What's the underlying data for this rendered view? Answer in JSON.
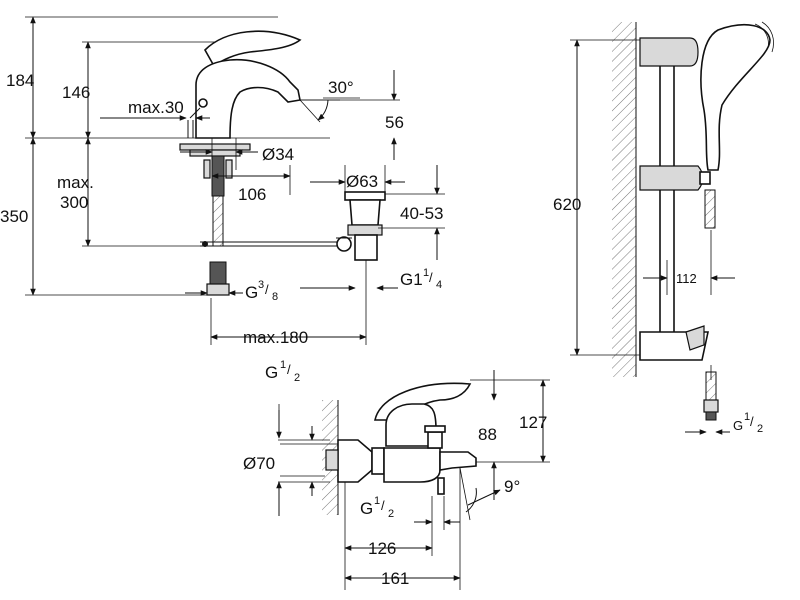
{
  "basin_mixer": {
    "dims": {
      "d184": "184",
      "d146": "146",
      "max30": "max.30",
      "angle30": "30°",
      "d56": "56",
      "dia34": "Ø34",
      "d106": "106",
      "dia63": "Ø63",
      "max300_a": "max.",
      "max300_b": "300",
      "d350": "350",
      "d40_53": "40-53",
      "g38_base": "G",
      "g38_num": "3",
      "g38_den": "8",
      "g114_base": "G1",
      "g114_num": "1",
      "g114_den": "4",
      "max180": "max.180"
    }
  },
  "shower_rail": {
    "dims": {
      "d620": "620",
      "d112": "112",
      "g12_base": "G",
      "g12_num": "1",
      "g12_den": "2"
    }
  },
  "bath_mixer": {
    "dims": {
      "g12_top_base": "G",
      "g12_top_num": "1",
      "g12_top_den": "2",
      "d127": "127",
      "d88": "88",
      "dia70": "Ø70",
      "angle9": "9°",
      "g12_bot_base": "G",
      "g12_bot_num": "1",
      "g12_bot_den": "2",
      "d126": "126",
      "d161": "161"
    }
  }
}
